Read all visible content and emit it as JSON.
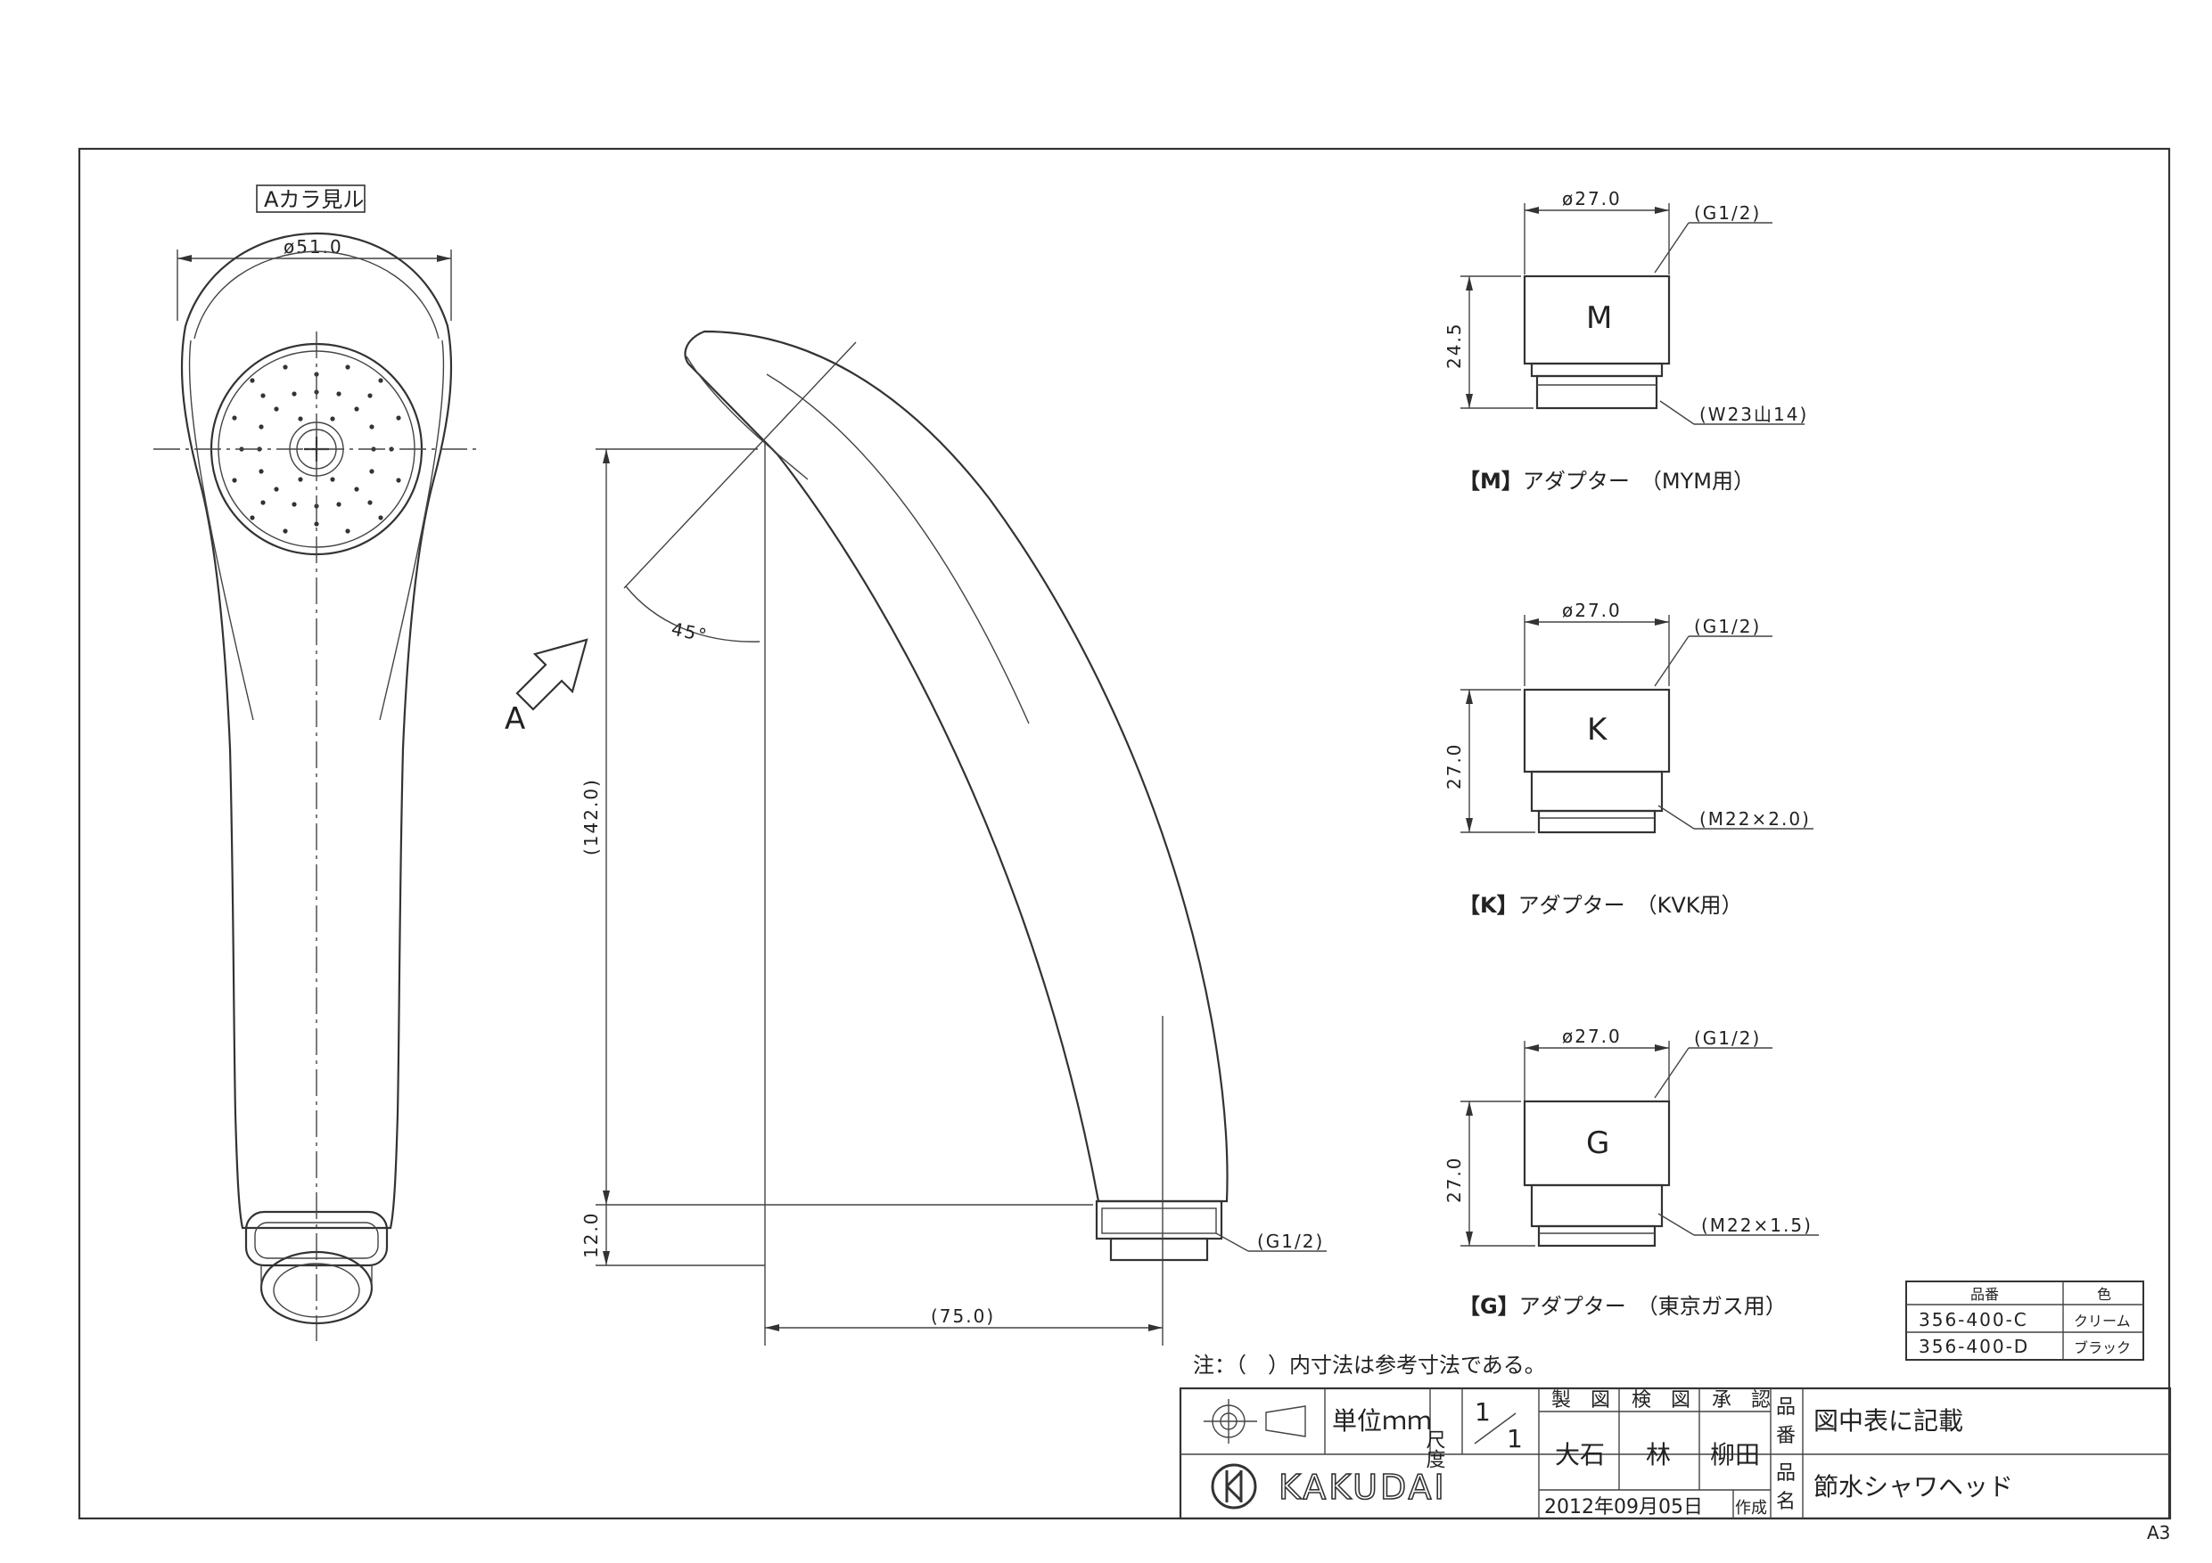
{
  "view_a": {
    "label": "Aカラ見ル",
    "dia_label": "ø51.0",
    "arrow_letter": "A"
  },
  "side_view": {
    "dim_height": "(142.0)",
    "dim_bottom": "12.0",
    "dim_width": "(75.0)",
    "angle": "45°",
    "thread": "(G1/2)"
  },
  "adapters": [
    {
      "dia": "ø27.0",
      "thread_top": "(G1/2)",
      "height": "24.5",
      "letter": "M",
      "thread_bottom": "(W23山14)",
      "caption_key": "【M】",
      "caption_text": "アダプター　（MYM用）"
    },
    {
      "dia": "ø27.0",
      "thread_top": "(G1/2)",
      "height": "27.0",
      "letter": "K",
      "thread_bottom": "(M22×2.0)",
      "caption_key": "【K】",
      "caption_text": "アダプター　（KVK用）"
    },
    {
      "dia": "ø27.0",
      "thread_top": "(G1/2)",
      "height": "27.0",
      "letter": "G",
      "thread_bottom": "(M22×1.5)",
      "caption_key": "【G】",
      "caption_text": "アダプター　（東京ガス用）"
    }
  ],
  "parts_table": {
    "headers": [
      "品番",
      "色"
    ],
    "rows": [
      [
        "356-400-C",
        "クリーム"
      ],
      [
        "356-400-D",
        "ブラック"
      ]
    ]
  },
  "note": "注：（　）内寸法は参考寸法である。",
  "title_block": {
    "unit_label": "単位ｍｍ",
    "scale_label": "尺度",
    "scale_num": "1",
    "scale_den": "1",
    "drawn_label": "製　図",
    "checked_label": "検　図",
    "approved_label": "承　認",
    "drawn_by": "大石",
    "checked_by": "林",
    "approved_by": "柳田",
    "part_no_label_1": "品",
    "part_no_label_2": "番",
    "part_no": "図中表に記載",
    "name_label_1": "品",
    "name_label_2": "名",
    "part_name": "節水シャワヘッド",
    "date": "2012年09月05日",
    "created_label": "作成",
    "logo_text": "KAKUDAI"
  },
  "sheet_size": "A3"
}
